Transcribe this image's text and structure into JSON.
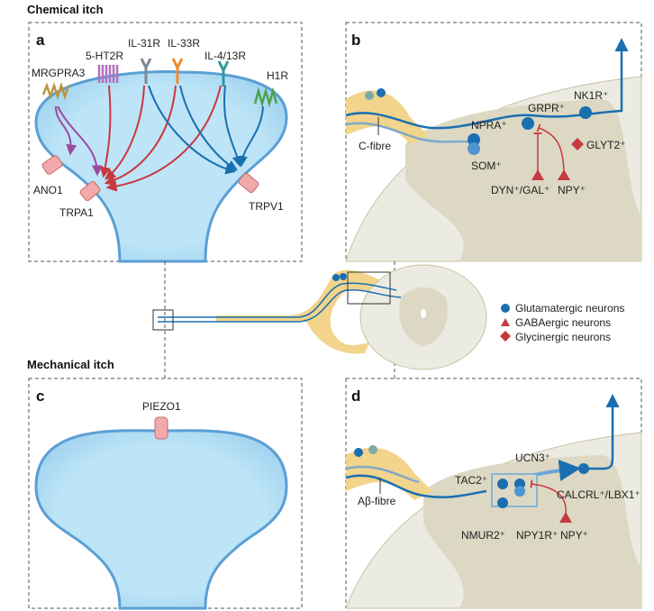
{
  "sections": {
    "chemical": "Chemical itch",
    "mechanical": "Mechanical itch"
  },
  "panels": {
    "a": {
      "letter": "a",
      "receptors": [
        "MRGPRA3",
        "5-HT2R",
        "IL-31R",
        "IL-33R",
        "IL-4/13R",
        "H1R"
      ],
      "channels": [
        "ANO1",
        "TRPA1",
        "TRPV1"
      ]
    },
    "b": {
      "letter": "b",
      "fibre": "C-fibre",
      "neurons": {
        "npra": "NPRA⁺",
        "grpr": "GRPR⁺",
        "nk1r": "NK1R⁺",
        "som": "SOM⁺",
        "glyt2": "GLYT2⁺",
        "dyn": "DYN⁺/GAL⁺",
        "npy": "NPY⁺"
      }
    },
    "c": {
      "letter": "c",
      "channel": "PIEZO1"
    },
    "d": {
      "letter": "d",
      "fibre": "Aβ-fibre",
      "neurons": {
        "ucn3": "UCN3⁺",
        "tac2": "TAC2⁺",
        "calcrl": "CALCRL⁺/LBX1⁺",
        "nmur2": "NMUR2⁺",
        "npy1r": "NPY1R⁺",
        "npy": "NPY⁺"
      }
    }
  },
  "legend": [
    {
      "shape": "circle",
      "label": "Glutamatergic neurons",
      "color": "#1a6fb0"
    },
    {
      "shape": "triangle",
      "label": "GABAergic neurons",
      "color": "#c8393f"
    },
    {
      "shape": "diamond",
      "label": "Glycinergic neurons",
      "color": "#c8393f"
    }
  ],
  "colors": {
    "glutamatergic": "#1a6fb0",
    "inhibitory": "#c8393f",
    "cell_fill": "#bde4f7",
    "cell_edge": "#5a9fd4",
    "drg": "#f2d48c",
    "cord_grey": "#dcd8c3",
    "cord_white": "#ecebe2"
  }
}
